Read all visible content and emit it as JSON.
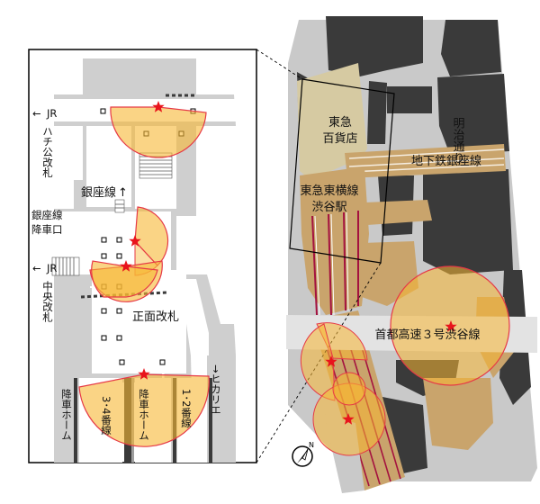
{
  "inset": {
    "labels": {
      "jr_hachiko_arrow": "←",
      "jr_hachiko_1": "JR",
      "jr_hachiko_2": "ハチ公改札",
      "ginza_line": "銀座線",
      "ginza_arrow": "↑",
      "ginza_exit_1": "銀座線",
      "ginza_exit_2": "降車口",
      "jr_central_arrow": "←",
      "jr_central_1": "JR",
      "jr_central_2": "中央改札",
      "front_gate": "正面改札",
      "hikarie": "→ヒカリエ",
      "platform_left": "降車ホーム",
      "platform_34": "3･4番線",
      "platform_mid": "降車ホーム",
      "platform_12": "1･2番線"
    }
  },
  "main_map": {
    "labels": {
      "tokyu_dept_1": "東急",
      "tokyu_dept_2": "百貨店",
      "meiji_dori": "明治通り",
      "subway_ginza": "地下鉄銀座線",
      "toyoko_1": "東急東横線",
      "toyoko_2": "渋谷駅",
      "expressway": "首都高速３号渋谷線"
    },
    "compass_label": "N"
  },
  "colors": {
    "zone_fill": "#f7b733",
    "zone_stroke": "#e63946",
    "star": "#e8141c",
    "road": "#c8c8c8",
    "building": "#3b3b3b",
    "dept_store": "#d3c7a0",
    "track_area": "#c9a46c",
    "rail": "#a4123f"
  },
  "icons": [
    "star-icon",
    "compass-icon",
    "arrow-icon"
  ]
}
